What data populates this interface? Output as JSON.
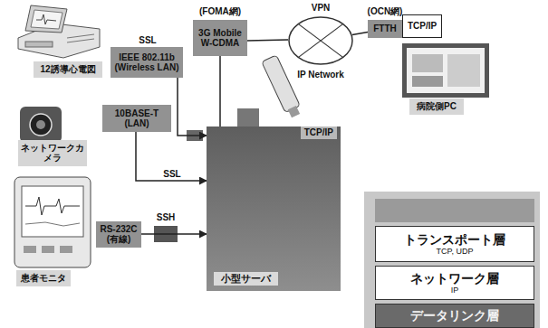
{
  "diagram": {
    "nodes": [
      {
        "text": [
          "12誘導心電図"
        ]
      },
      {
        "text": [
          "IEEE 802.11b (Wireless LAN)"
        ]
      },
      {
        "text": [
          "(FOMA網)",
          "3G Mobile W-CDMA"
        ]
      },
      {
        "text": [
          "VPN",
          "IP Network"
        ]
      },
      {
        "text": [
          "(OCN網)",
          "FTTH"
        ]
      },
      {
        "text": [
          "TCP/IP"
        ]
      },
      {
        "text": [
          "病院側PC"
        ]
      },
      {
        "text": [
          "ネットワークカメラ"
        ]
      },
      {
        "text": [
          "10BASE-T (LAN)"
        ]
      },
      {
        "text": [
          "患者モニタ"
        ]
      },
      {
        "text": [
          "RS-232C (有線)"
        ]
      },
      {
        "text": [
          "TCP/IP",
          "小型サーバ"
        ]
      },
      {
        "text": [
          "トランスポート層",
          "TCP, UDP"
        ]
      },
      {
        "text": [
          "ネットワーク層",
          "IP"
        ]
      },
      {
        "text": [
          "データリンク層"
        ]
      }
    ],
    "edges": [
      {
        "from": 1,
        "to": 11,
        "arrow": "to"
      },
      {
        "from": 8,
        "to": 11,
        "arrow": "to",
        "label": "SSL"
      },
      {
        "from": 10,
        "to": 11,
        "arrow": "to",
        "label": "SSH"
      },
      {
        "from": 2,
        "to": 11,
        "arrow": "none"
      },
      {
        "from": 2,
        "to": 3,
        "arrow": "none"
      },
      {
        "from": 3,
        "to": 4,
        "arrow": "none"
      }
    ],
    "labels": [
      "SSL"
    ]
  }
}
